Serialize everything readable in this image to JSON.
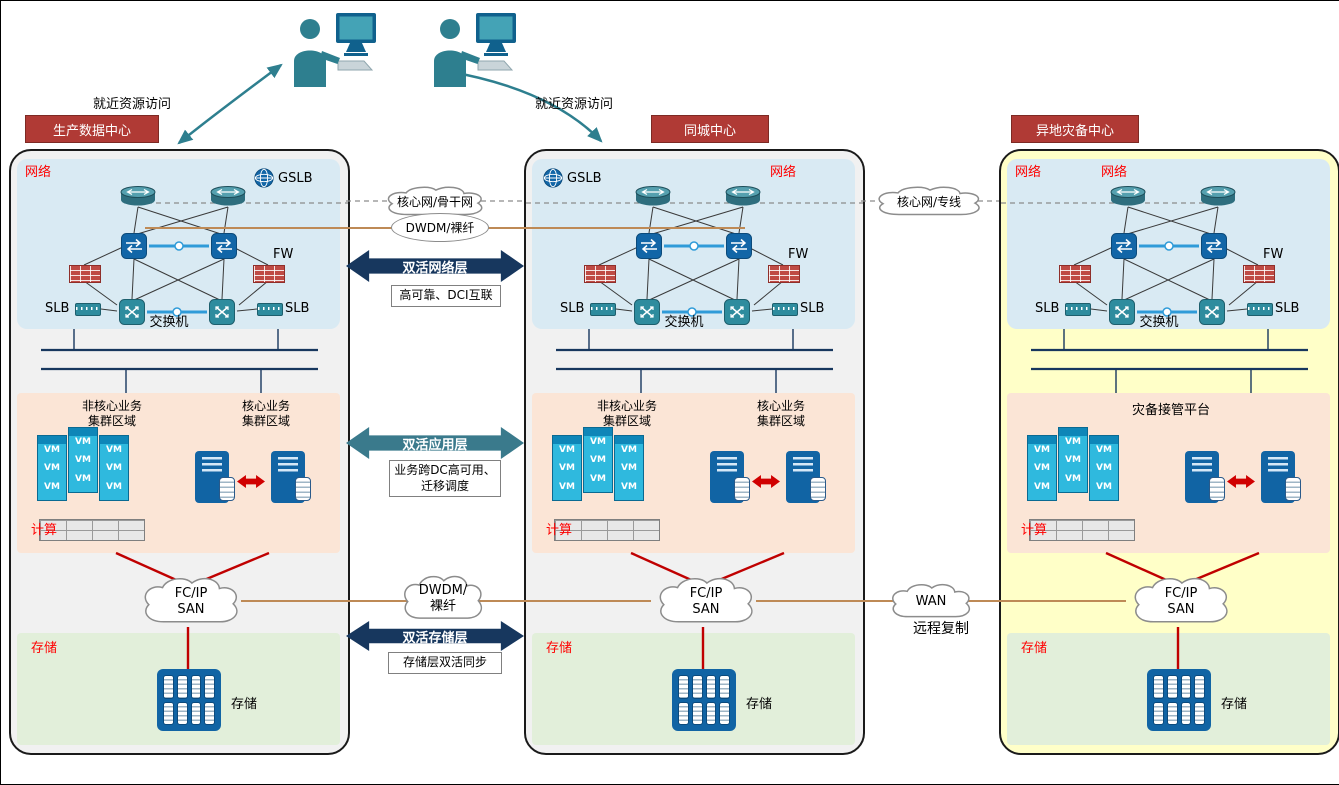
{
  "top": {
    "access_left": "就近资源访问",
    "access_right": "就近资源访问"
  },
  "centers": [
    {
      "title": "生产数据中心",
      "network_label": "网络",
      "gslb": "GSLB",
      "fw": "FW",
      "slb_left": "SLB",
      "slb_right": "SLB",
      "switch_label": "交换机",
      "noncore_label": "非核心业务\n集群区域",
      "core_label": "核心业务\n集群区域",
      "compute_label": "计算",
      "san_label": "FC/IP\nSAN",
      "storage_label_red": "存储",
      "storage_label": "存储",
      "vm": "VM"
    },
    {
      "title": "同城中心",
      "network_label": "网络",
      "gslb": "GSLB",
      "fw": "FW",
      "slb_left": "SLB",
      "slb_right": "SLB",
      "switch_label": "交换机",
      "noncore_label": "非核心业务\n集群区域",
      "core_label": "核心业务\n集群区域",
      "compute_label": "计算",
      "san_label": "FC/IP\nSAN",
      "storage_label_red": "存储",
      "storage_label": "存储",
      "vm": "VM"
    },
    {
      "title": "异地灾备中心",
      "network_label": "网络",
      "network_label2": "网络",
      "fw": "FW",
      "slb_left": "SLB",
      "slb_right": "SLB",
      "switch_label": "交换机",
      "platform_label": "灾备接管平台",
      "compute_label": "计算",
      "san_label": "FC/IP\nSAN",
      "storage_label_red": "存储",
      "storage_label": "存储",
      "vm": "VM"
    }
  ],
  "interconnects": {
    "backbone_cloud": "核心网/骨干网",
    "dwdm_top": "DWDM/裸纤",
    "network_arrow": "双活网络层",
    "network_arrow_sub": "高可靠、DCI互联",
    "app_arrow": "双活应用层",
    "app_arrow_sub": "业务跨DC高可用、迁移调度",
    "dwdm_bottom": "DWDM/\n裸纤",
    "storage_arrow": "双活存储层",
    "storage_arrow_sub": "存储层双活同步",
    "dedicated_cloud": "核心网/专线",
    "wan": "WAN",
    "wan_sub": "远程复制"
  },
  "colors": {
    "title_badge": "#B03A35",
    "network_layer_fill": "#D9EAF3",
    "compute_layer_fill": "#FBE5D6",
    "storage_layer_fill": "#E2EFDA",
    "dr_center_fill": "#FFFFC8",
    "arrow_navy": "#17375E",
    "arrow_teal": "#3A7A8C",
    "highlight_red": "#FF0000",
    "link_tan": "#BE8A56",
    "device_blue": "#1164A4",
    "device_teal": "#2E8C9E"
  }
}
